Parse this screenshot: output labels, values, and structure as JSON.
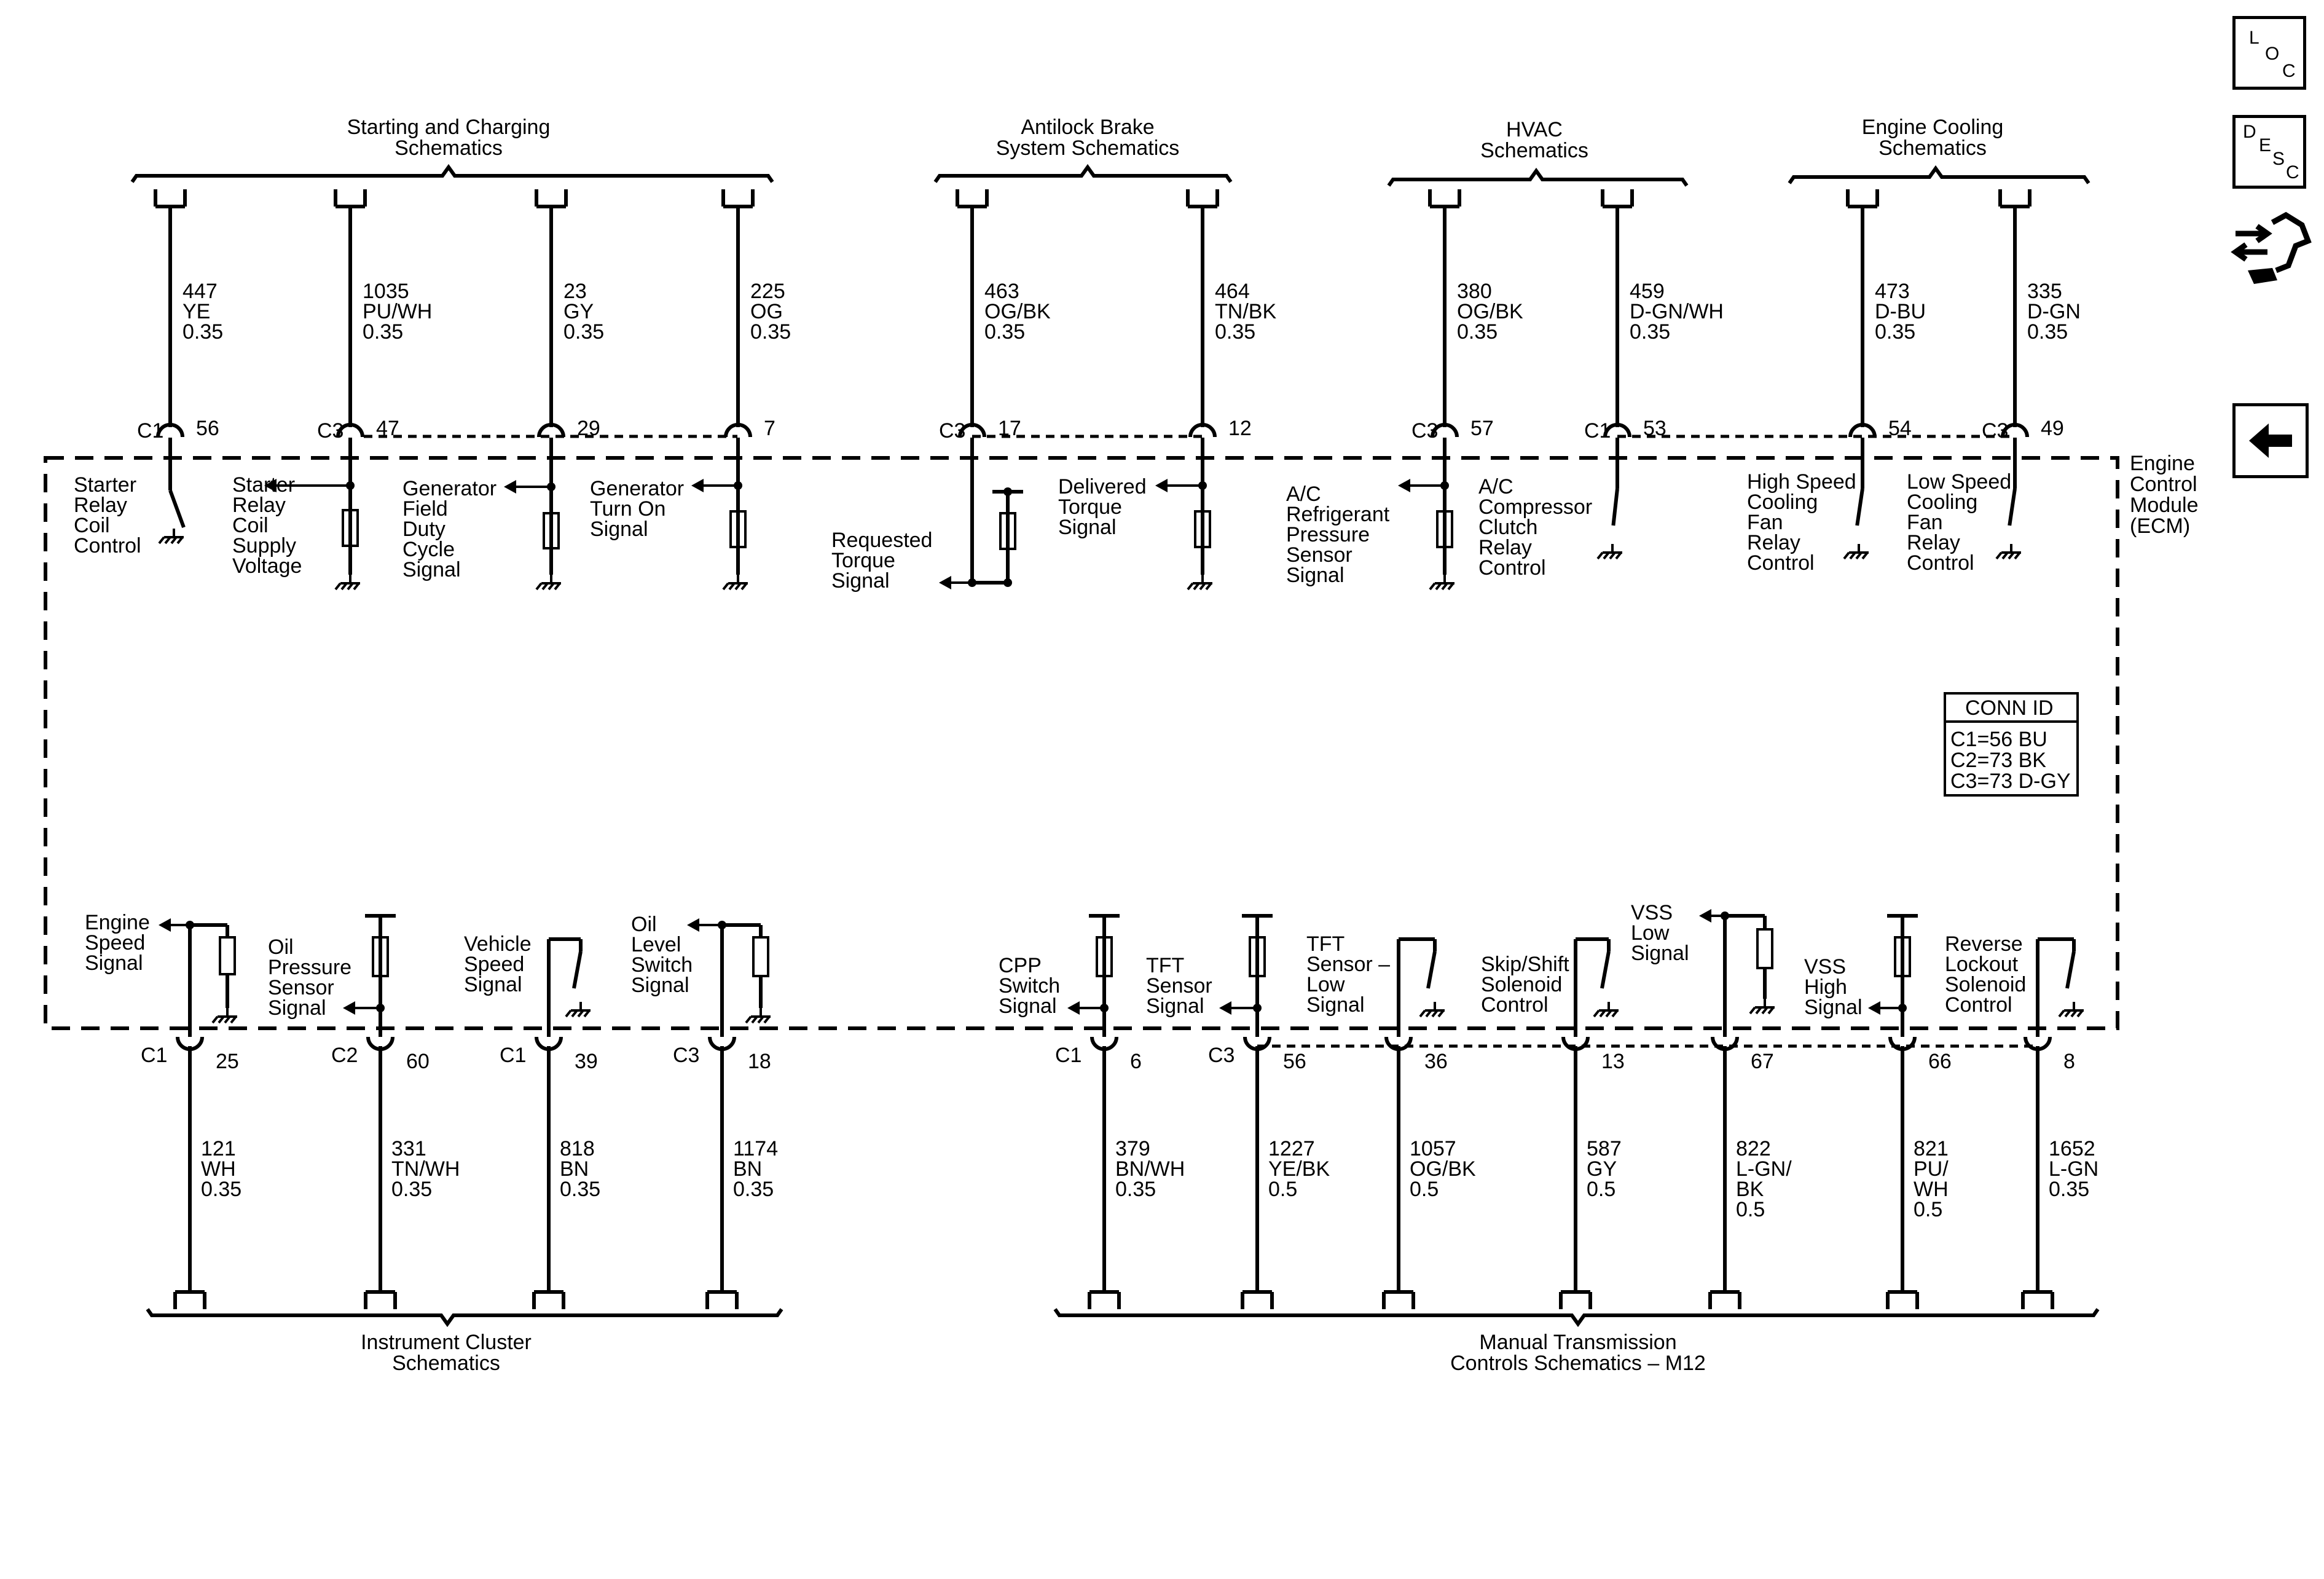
{
  "toolbar": {
    "loc": [
      "L",
      "O",
      "C"
    ],
    "desc": [
      "D",
      "E",
      "S",
      "C"
    ]
  },
  "ecm_label": [
    "Engine",
    "Control",
    "Module",
    "(ECM)"
  ],
  "conn_id": {
    "title": "CONN ID",
    "rows": [
      "C1=56 BU",
      "C2=73 BK",
      "C3=73 D-GY"
    ]
  },
  "top_groups": [
    {
      "lines": [
        "Starting and Charging",
        "Schematics"
      ]
    },
    {
      "lines": [
        "Antilock Brake",
        "System Schematics"
      ]
    },
    {
      "lines": [
        "HVAC",
        "Schematics"
      ]
    },
    {
      "lines": [
        "Engine Cooling",
        "Schematics"
      ]
    }
  ],
  "bottom_groups": [
    {
      "lines": [
        "Instrument Cluster",
        "Schematics"
      ]
    },
    {
      "lines": [
        "Manual Transmission",
        "Controls Schematics – M12"
      ]
    }
  ],
  "top_circuits": [
    {
      "wire": [
        "447",
        "YE",
        "0.35"
      ],
      "conn": "C1",
      "pin": "56",
      "label": [
        "Starter",
        "Relay",
        "Coil",
        "Control"
      ]
    },
    {
      "wire": [
        "1035",
        "PU/WH",
        "0.35"
      ],
      "conn": "C3",
      "pin": "47",
      "label": [
        "Starter",
        "Relay",
        "Coil",
        "Supply",
        "Voltage"
      ]
    },
    {
      "wire": [
        "23",
        "GY",
        "0.35"
      ],
      "conn": "",
      "pin": "29",
      "label": [
        "Generator",
        "Field",
        "Duty",
        "Cycle",
        "Signal"
      ]
    },
    {
      "wire": [
        "225",
        "OG",
        "0.35"
      ],
      "conn": "",
      "pin": "7",
      "label": [
        "Generator",
        "Turn On",
        "Signal"
      ]
    },
    {
      "wire": [
        "463",
        "OG/BK",
        "0.35"
      ],
      "conn": "C3",
      "pin": "17",
      "label": [
        "Requested",
        "Torque",
        "Signal"
      ]
    },
    {
      "wire": [
        "464",
        "TN/BK",
        "0.35"
      ],
      "conn": "",
      "pin": "12",
      "label": [
        "Delivered",
        "Torque",
        "Signal"
      ]
    },
    {
      "wire": [
        "380",
        "OG/BK",
        "0.35"
      ],
      "conn": "C3",
      "pin": "57",
      "label": [
        "A/C",
        "Refrigerant",
        "Pressure",
        "Sensor",
        "Signal"
      ]
    },
    {
      "wire": [
        "459",
        "D-GN/WH",
        "0.35"
      ],
      "conn": "C1",
      "pin": "53",
      "label": [
        "A/C",
        "Compressor",
        "Clutch",
        "Relay",
        "Control"
      ]
    },
    {
      "wire": [
        "473",
        "D-BU",
        "0.35"
      ],
      "conn": "",
      "pin": "54",
      "label": [
        "High Speed",
        "Cooling",
        "Fan",
        "Relay",
        "Control"
      ]
    },
    {
      "wire": [
        "335",
        "D-GN",
        "0.35"
      ],
      "conn": "C3",
      "pin": "49",
      "label": [
        "Low Speed",
        "Cooling",
        "Fan",
        "Relay",
        "Control"
      ]
    }
  ],
  "bottom_circuits": [
    {
      "wire": [
        "121",
        "WH",
        "0.35"
      ],
      "conn": "C1",
      "pin": "25",
      "label": [
        "Engine",
        "Speed",
        "Signal"
      ]
    },
    {
      "wire": [
        "331",
        "TN/WH",
        "0.35"
      ],
      "conn": "C2",
      "pin": "60",
      "label": [
        "Oil",
        "Pressure",
        "Sensor",
        "Signal"
      ]
    },
    {
      "wire": [
        "818",
        "BN",
        "0.35"
      ],
      "conn": "C1",
      "pin": "39",
      "label": [
        "Vehicle",
        "Speed",
        "Signal"
      ]
    },
    {
      "wire": [
        "1174",
        "BN",
        "0.35"
      ],
      "conn": "C3",
      "pin": "18",
      "label": [
        "Oil",
        "Level",
        "Switch",
        "Signal"
      ]
    },
    {
      "wire": [
        "379",
        "BN/WH",
        "0.35"
      ],
      "conn": "C1",
      "pin": "6",
      "label": [
        "CPP",
        "Switch",
        "Signal"
      ]
    },
    {
      "wire": [
        "1227",
        "YE/BK",
        "0.5"
      ],
      "conn": "C3",
      "pin": "56",
      "label": [
        "TFT",
        "Sensor",
        "Signal"
      ]
    },
    {
      "wire": [
        "1057",
        "OG/BK",
        "0.5"
      ],
      "conn": "",
      "pin": "36",
      "label": [
        "TFT",
        "Sensor –",
        "Low",
        "Signal"
      ]
    },
    {
      "wire": [
        "587",
        "GY",
        "0.5"
      ],
      "conn": "",
      "pin": "13",
      "label": [
        "Skip/Shift",
        "Solenoid",
        "Control"
      ]
    },
    {
      "wire": [
        "822",
        "L-GN/",
        "BK",
        "0.5"
      ],
      "conn": "",
      "pin": "67",
      "label": [
        "VSS",
        "Low",
        "Signal"
      ]
    },
    {
      "wire": [
        "821",
        "PU/",
        "WH",
        "0.5"
      ],
      "conn": "",
      "pin": "66",
      "label": [
        "VSS",
        "High",
        "Signal"
      ]
    },
    {
      "wire": [
        "1652",
        "L-GN",
        "0.35"
      ],
      "conn": "",
      "pin": "8",
      "label": [
        "Reverse",
        "Lockout",
        "Solenoid",
        "Control"
      ]
    }
  ]
}
